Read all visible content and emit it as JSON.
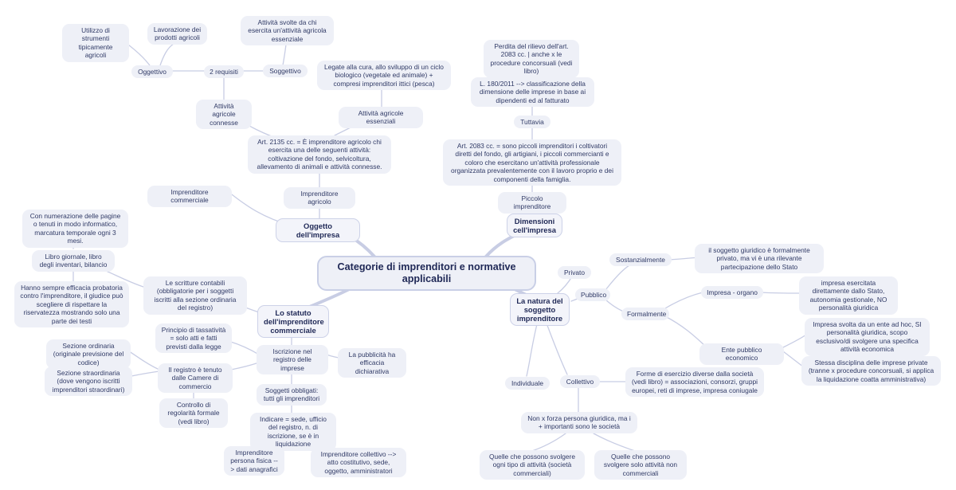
{
  "map": {
    "root": "Categorie di imprenditori e normative applicabili",
    "nodes": {
      "utilizzo": "Utilizzo di strumenti tipicamente agricoli",
      "lavorazione": "Lavorazione dei prodotti agricoli",
      "oggettivo": "Oggettivo",
      "requisiti": "2 requisiti",
      "attivita_svolte": "Attività svolte da chi esercita un'attività agricola essenziale",
      "soggettivo": "Soggettivo",
      "legate": "Legate alla cura, allo sviluppo di un ciclo biologico (vegetale ed animale) + compresi imprenditori ittici (pesca)",
      "connesse": "Attività agricole connesse",
      "essenziali": "Attività agricole essenziali",
      "art2135": "Art. 2135 cc. = È imprenditore agricolo chi esercita una delle seguenti attività: coltivazione del fondo, selvicoltura, allevamento di animali e attività connesse.",
      "imp_commerciale": "Imprenditore commerciale",
      "imp_agricolo": "Imprenditore agricolo",
      "oggetto": "Oggetto dell'impresa",
      "perdita": "Perdita del rilievo dell'art. 2083 cc. | anche x le procedure concorsuali (vedi libro)",
      "legge180": "L. 180/2011 --> classificazione della dimensione delle imprese in base ai dipendenti ed al fatturato",
      "tuttavia": "Tuttavia",
      "art2083": "Art. 2083 cc. = sono piccoli imprenditori i coltivatori diretti del fondo, gli artigiani, i piccoli commercianti e coloro che esercitano un'attività professionale organizzata prevalentemente con il lavoro proprio e dei componenti della famiglia.",
      "piccolo": "Piccolo imprenditore",
      "dimensioni": "Dimensioni cell'impresa",
      "numerazione": "Con numerazione delle pagine o tenuti in modo informatico, marcatura temporale ogni 3 mesi.",
      "libro_giornale": "Libro giornale, libro degli inventari, bilancio",
      "efficacia": "Hanno sempre efficacia probatoria contro l'imprenditore, il giudice può scegliere di rispettare la riservatezza mostrando solo una parte dei testi",
      "scritture": "Le scritture contabili (obbligatorie per i soggetti iscritti alla sezione ordinaria del registro)",
      "statuto": "Lo statuto dell'imprenditore commerciale",
      "tassativita": "Principio di tassatività = solo atti e fatti previsti dalla legge",
      "iscrizione": "Iscrizione nel registro delle imprese",
      "pubblicita": "La pubblicità ha efficacia dichiarativa",
      "sez_ordinaria": "Sezione ordinaria (originale previsione del codice)",
      "sez_straordinaria": "Sezione straordinaria (dove vengono iscritti imprenditori straordinari)",
      "registro_camere": "Il registro è tenuto dalle Camere di commercio",
      "soggetti_obbligati": "Soggetti obbligati: tutti gli imprenditori",
      "controllo": "Controllo di regolarità formale (vedi libro)",
      "indicare": "Indicare = sede, ufficio del registro, n. di iscrizione, se è in liquidazione",
      "imp_persona": "Imprenditore persona fisica --> dati anagrafici",
      "imp_collettivo": "Imprenditore collettivo --> atto costitutivo, sede, oggetto, amministratori",
      "privato": "Privato",
      "sostanzialmente": "Sostanzialmente",
      "soggetto_giuridico": "il soggetto giuridico è formalmente privato, ma vi è una rilevante partecipazione dello Stato",
      "pubblico": "Pubblico",
      "natura": "La natura del soggetto imprenditore",
      "impresa_organo": "Impresa - organo",
      "esercitata": "impresa esercitata direttamente dallo Stato, autonomia gestionale, NO personalità giuridica",
      "formalmente": "Formalmente",
      "ente_pubblico": "Ente pubblico economico",
      "svolta_ente": "Impresa svolta da un ente ad hoc, SI personalità giuridica, scopo esclusivo/di svolgere una specifica attività economica",
      "stessa_disciplina": "Stessa disciplina delle imprese private (tranne x procedure concorsuali, si applica la liquidazione coatta amministrativa)",
      "individuale": "Individuale",
      "collettivo": "Collettivo",
      "forme": "Forme di esercizio diverse dalla società (vedi libro) = associazioni, consorzi, gruppi europei, reti di imprese, impresa coniugale",
      "non_persona": "Non x forza persona giuridica, ma i + importanti sono le società",
      "ogni_attivita": "Quelle che possono svolgere ogni tipo di attività (società commerciali)",
      "non_commerciali": "Quelle che possono svolgere solo attività non commerciali"
    }
  },
  "colors": {
    "node_fill": "#eef0f7",
    "text": "#303a66",
    "link": "#c8cde4"
  }
}
